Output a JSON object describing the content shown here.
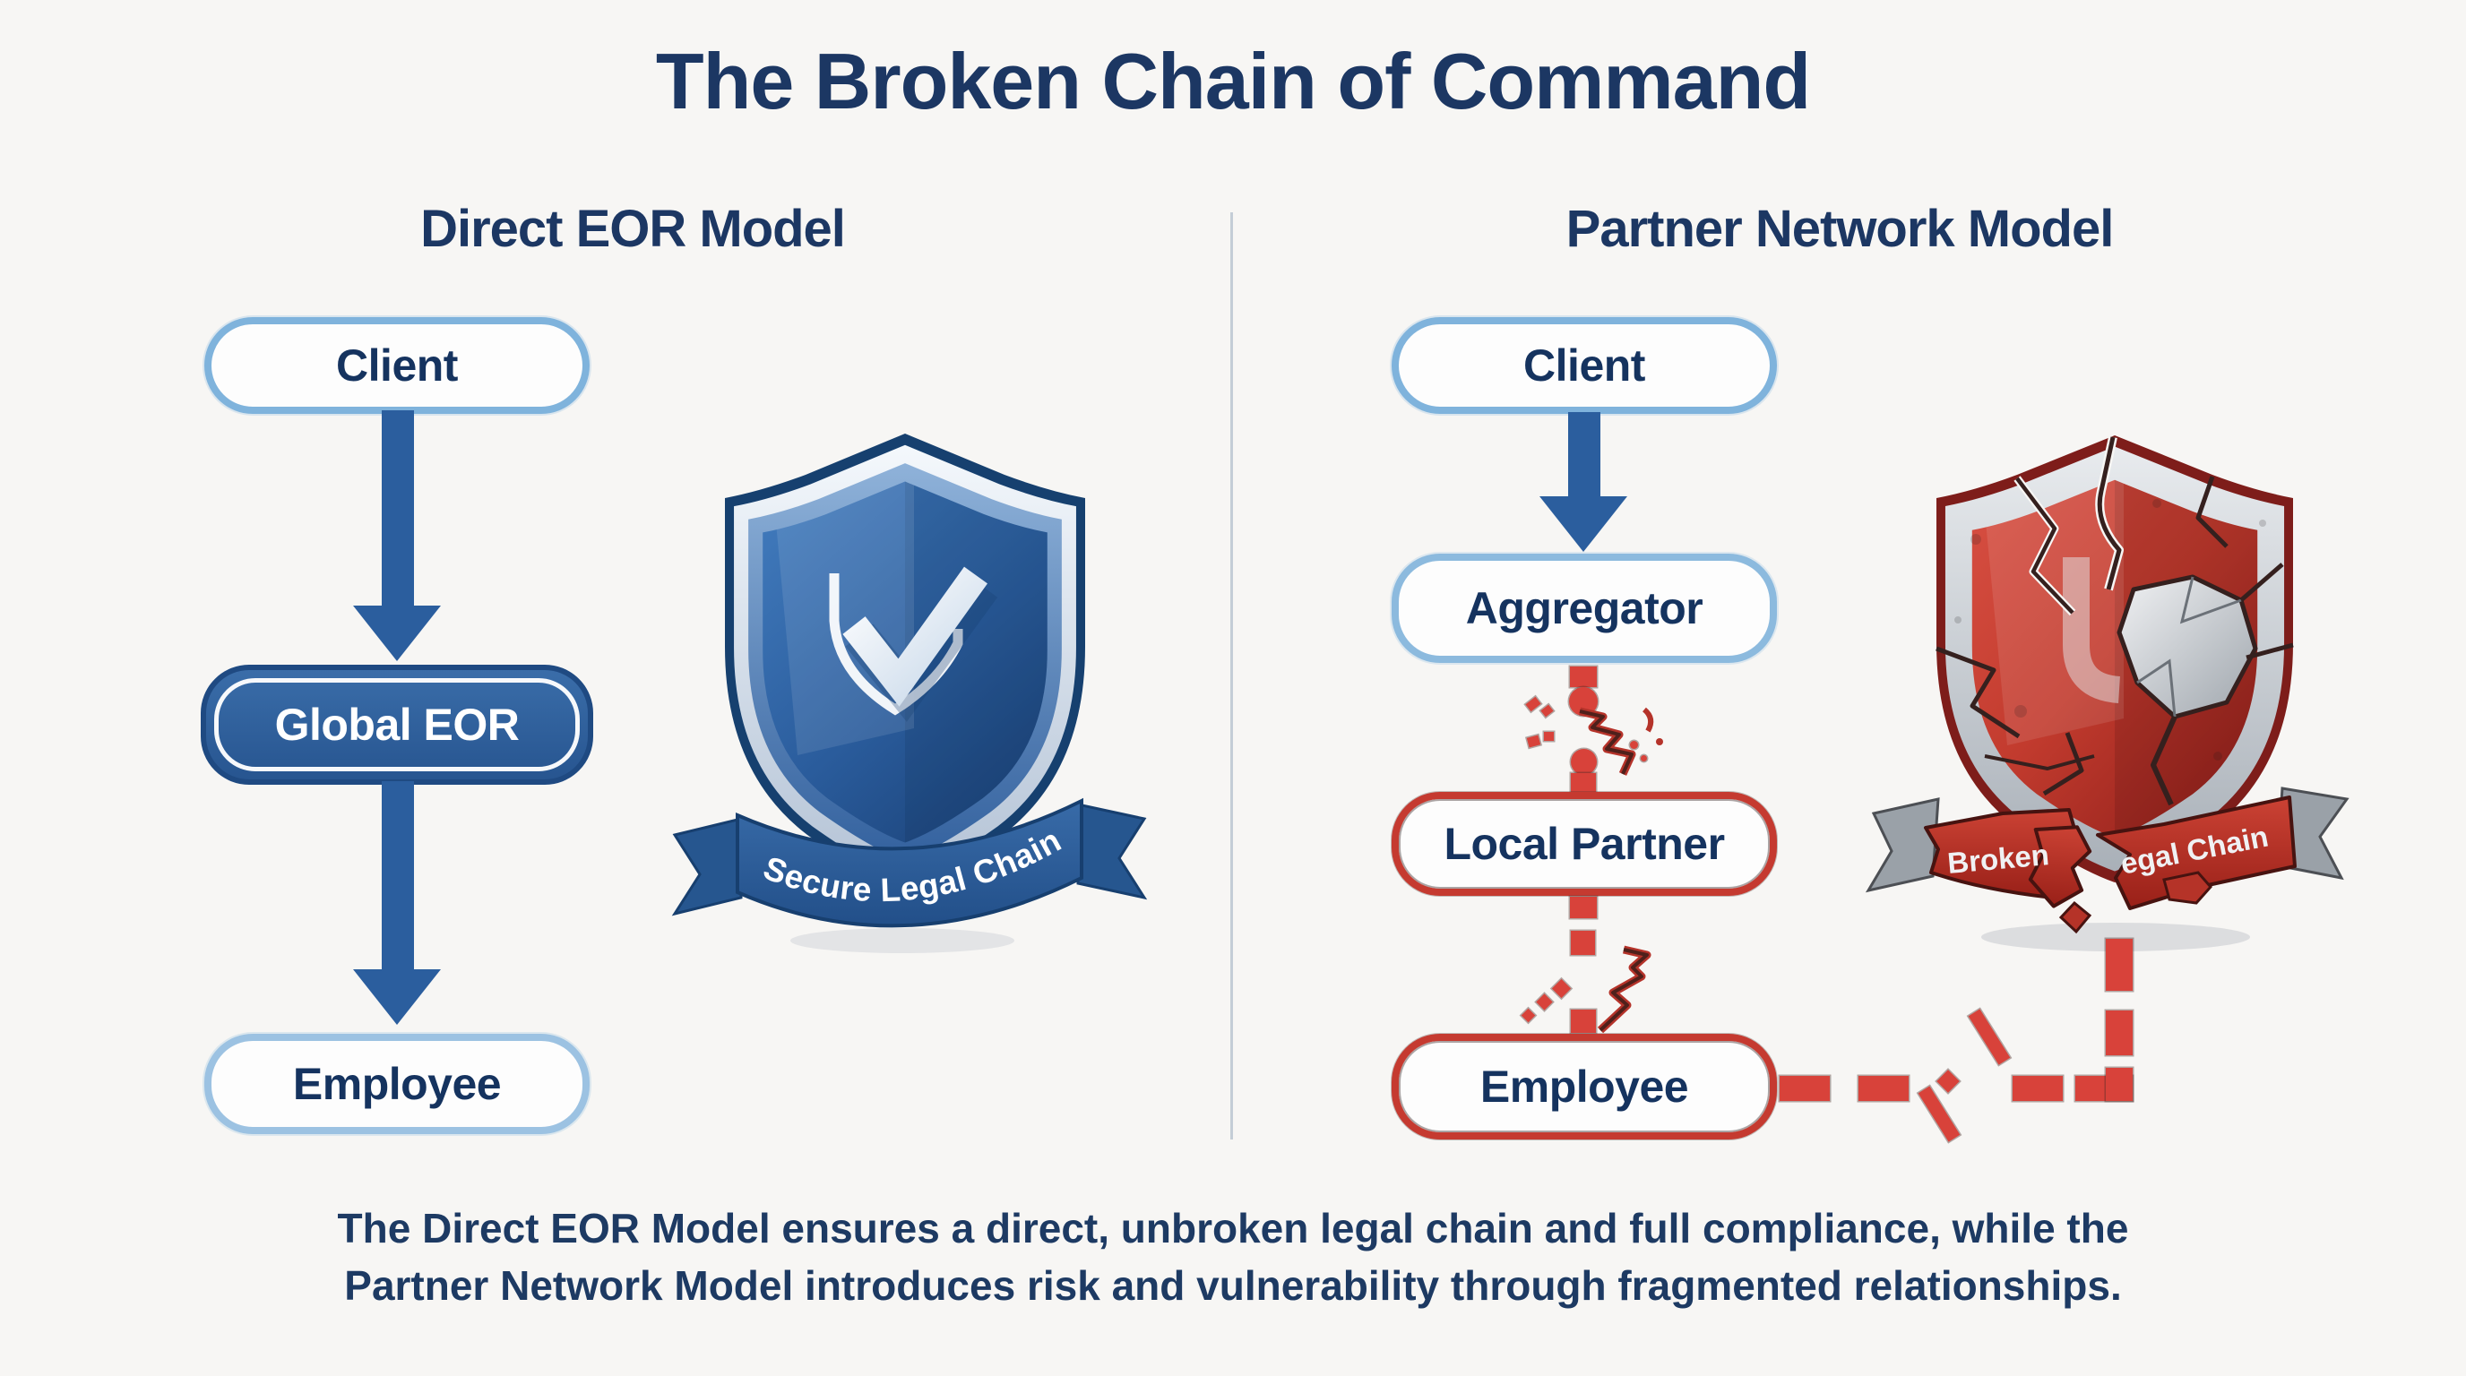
{
  "title": "The Broken Chain of Command",
  "left_model": {
    "heading": "Direct EOR Model",
    "nodes": {
      "client": "Client",
      "eor": "Global EOR",
      "employee": "Employee"
    },
    "badge_ribbon": "Secure Legal Chain"
  },
  "right_model": {
    "heading": "Partner Network Model",
    "nodes": {
      "client": "Client",
      "aggregator": "Aggregator",
      "local_partner": "Local Partner",
      "employee": "Employee"
    },
    "badge_ribbon_left": "Broken",
    "badge_ribbon_right": "egal Chain"
  },
  "caption": {
    "line1": "The Direct EOR Model ensures a direct, unbroken legal chain and full compliance, while the",
    "line2": "Partner Network Model introduces risk and vulnerability through fragmented relationships."
  },
  "colors": {
    "background": "#f7f6f4",
    "navy_text": "#1c3763",
    "accent_blue": "#2b5e9e",
    "light_blue_border": "#7fb3dc",
    "red_accent": "#c53a30",
    "red_dash": "#d8423a",
    "silver": "#b4c3d6"
  }
}
